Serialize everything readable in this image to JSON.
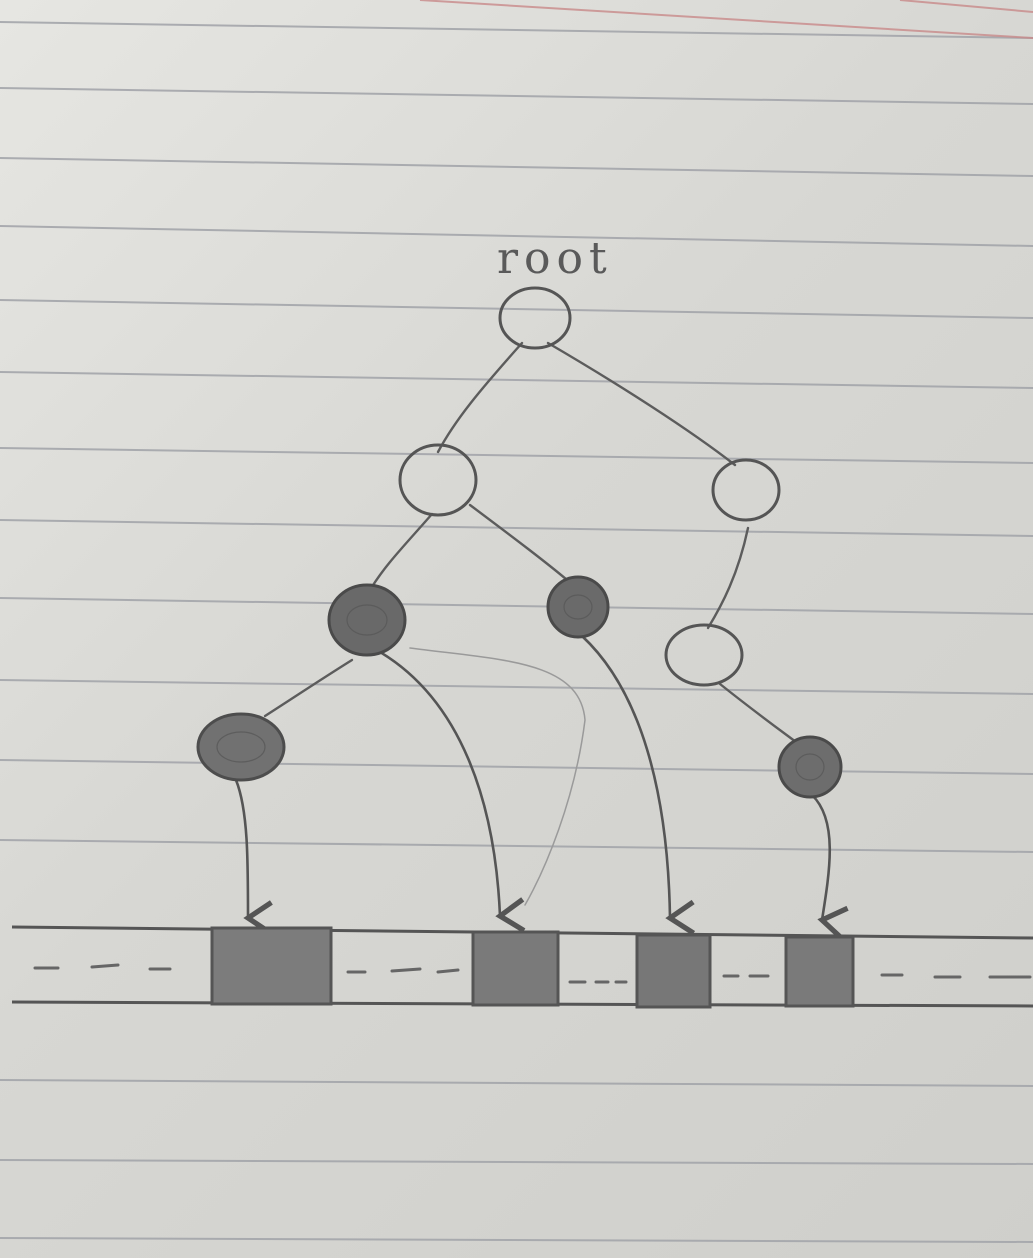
{
  "diagram": {
    "root_label": "root",
    "colors": {
      "paper": "#dcdcd8",
      "rule_line": "#9ea0a6",
      "margin_line": "#c98a8a",
      "pencil": "#555555",
      "filled_node": "#6b6b6b",
      "filled_block": "#7a7a7a"
    },
    "nodes": [
      {
        "id": "root",
        "filled": false
      },
      {
        "id": "left-child",
        "filled": false
      },
      {
        "id": "right-child",
        "filled": false
      },
      {
        "id": "leaf-a",
        "filled": true
      },
      {
        "id": "leaf-b",
        "filled": true
      },
      {
        "id": "right-inner",
        "filled": false
      },
      {
        "id": "leaf-c",
        "filled": true
      },
      {
        "id": "leaf-d",
        "filled": true
      }
    ],
    "memory_blocks": 4
  }
}
